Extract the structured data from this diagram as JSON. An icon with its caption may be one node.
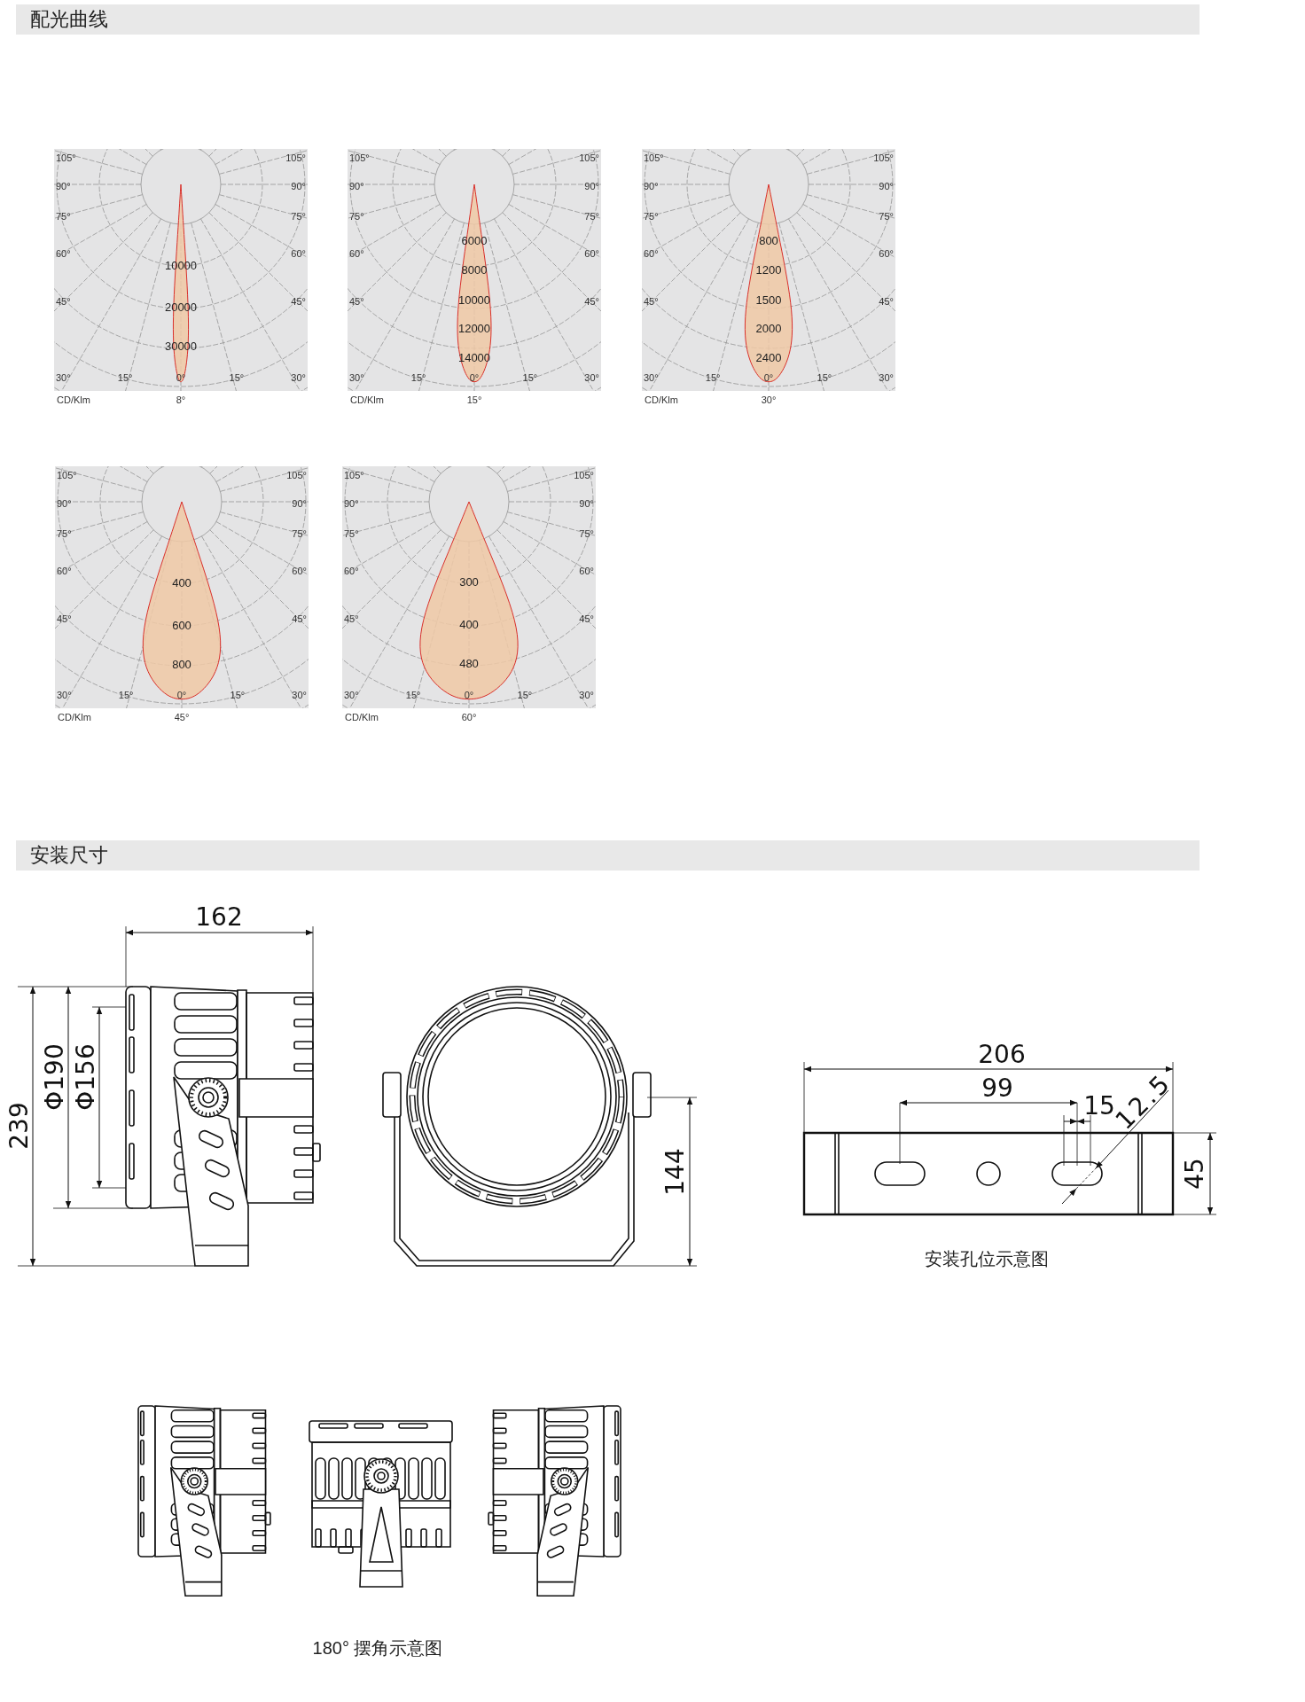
{
  "diagram": {
    "nodes": [
      {
        "text": [
          "配光曲线"
        ]
      },
      {
        "text": [
          "105°",
          "105°",
          "90°",
          "90°",
          "75°",
          "75°",
          "60°",
          "60°",
          "45°",
          "45°",
          "10000",
          "20000",
          "30000",
          "30°",
          "15°",
          "0°",
          "15°",
          "30°",
          "CD/Klm",
          "8°"
        ]
      },
      {
        "text": [
          "105°",
          "105°",
          "90°",
          "90°",
          "75°",
          "75°",
          "60°",
          "60°",
          "45°",
          "45°",
          "6000",
          "8000",
          "10000",
          "12000",
          "14000",
          "30°",
          "15°",
          "0°",
          "15°",
          "30°",
          "CD/Klm",
          "15°"
        ]
      },
      {
        "text": [
          "105°",
          "105°",
          "90°",
          "90°",
          "75°",
          "75°",
          "60°",
          "60°",
          "45°",
          "45°",
          "800",
          "1200",
          "1500",
          "2000",
          "2400",
          "30°",
          "15°",
          "0°",
          "15°",
          "30°",
          "CD/Klm",
          "30°"
        ]
      },
      {
        "text": [
          "105°",
          "105°",
          "90°",
          "90°",
          "75°",
          "75°",
          "60°",
          "60°",
          "45°",
          "45°",
          "400",
          "600",
          "800",
          "30°",
          "15°",
          "0°",
          "15°",
          "30°",
          "CD/Klm",
          "45°"
        ]
      },
      {
        "text": [
          "105°",
          "105°",
          "90°",
          "90°",
          "75°",
          "75°",
          "60°",
          "60°",
          "45°",
          "45°",
          "300",
          "400",
          "480",
          "30°",
          "15°",
          "0°",
          "15°",
          "30°",
          "CD/Klm",
          "60°"
        ]
      },
      {
        "text": [
          "安装尺寸"
        ]
      }
    ],
    "labels": [
      "162",
      "239",
      "Φ190",
      "Φ156",
      "144",
      "206",
      "99",
      "15",
      "12.5",
      "45",
      "安装孔位示意图",
      "180° 摆角示意图"
    ]
  }
}
